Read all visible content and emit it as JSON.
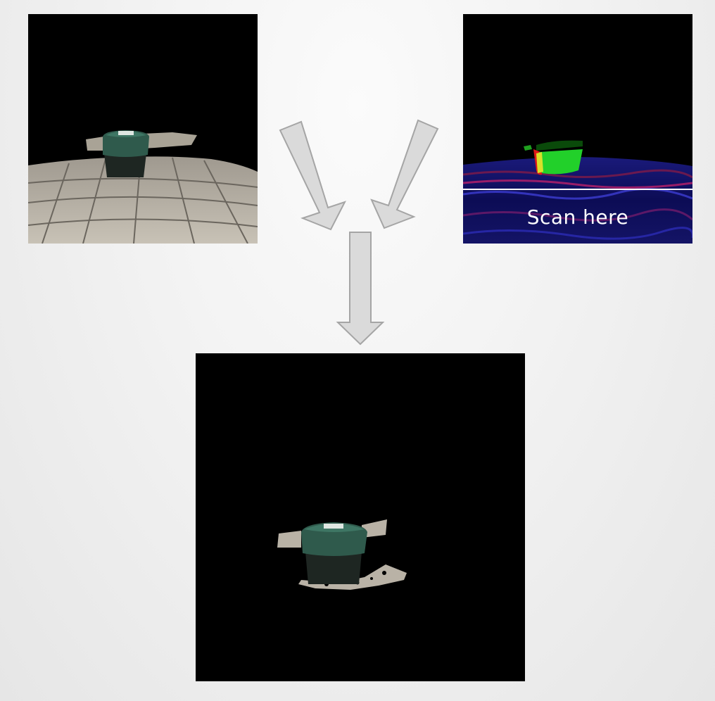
{
  "panels": {
    "rgb": {
      "icon": "rgb-camera-view"
    },
    "depth": {
      "icon": "depth-map-view",
      "scan_label": "Scan here"
    },
    "result": {
      "icon": "segmented-object-view"
    }
  },
  "colors": {
    "background": "#f2f2f2",
    "arrow_fill": "#dadada",
    "arrow_stroke": "#a5a5a5",
    "bin_green": "#2f5a4c",
    "depth_green": "#22d02a",
    "depth_red": "#e01818",
    "depth_blue": "#1a1a8c",
    "pavement": "#b9b2a6"
  }
}
